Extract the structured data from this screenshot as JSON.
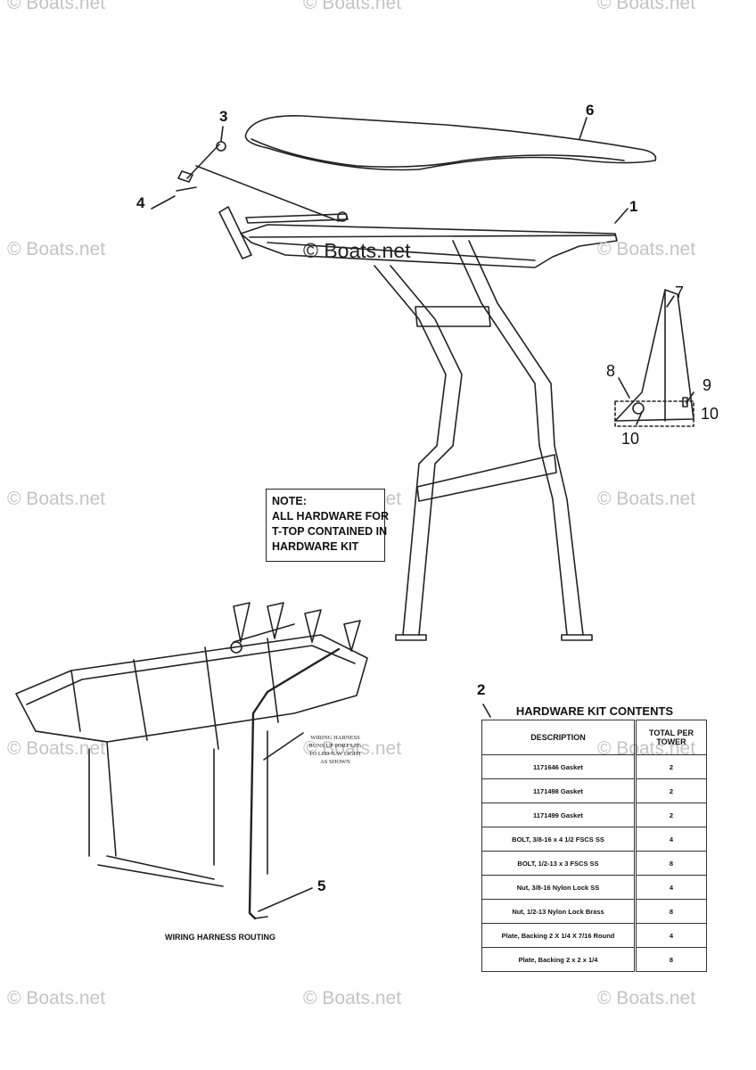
{
  "watermark": "© Boats.net",
  "callouts": {
    "c1": "1",
    "c2": "2",
    "c3": "3",
    "c4": "4",
    "c5": "5",
    "c6": "6",
    "c7": "7",
    "c8": "8",
    "c9": "9",
    "c10a": "10",
    "c10b": "10"
  },
  "note": {
    "lines": [
      "NOTE:",
      "ALL HARDWARE FOR",
      "T-TOP CONTAINED IN",
      "HARDWARE KIT"
    ]
  },
  "wiring": {
    "note_lines": [
      "WIRING HARNESS",
      "RUNS UP PORT LEG",
      "TO LED NAV LIGHT",
      "AS SHOWN"
    ],
    "title": "WIRING HARNESS ROUTING"
  },
  "hardware_kit": {
    "title": "HARDWARE KIT CONTENTS",
    "headers": {
      "description": "DESCRIPTION",
      "total": "TOTAL PER TOWER"
    },
    "rows": [
      {
        "description": "1171646 Gasket",
        "total": "2"
      },
      {
        "description": "1171498 Gasket",
        "total": "2"
      },
      {
        "description": "1171499 Gasket",
        "total": "2"
      },
      {
        "description": "BOLT, 3/8-16 x 4 1/2 FSCS SS",
        "total": "4"
      },
      {
        "description": "BOLT, 1/2-13 x 3 FSCS SS",
        "total": "8"
      },
      {
        "description": "Nut, 3/8-16 Nylon Lock SS",
        "total": "4"
      },
      {
        "description": "Nut, 1/2-13 Nylon Lock Brass",
        "total": "8"
      },
      {
        "description": "Plate, Backing 2 X 1/4 X 7/16 Round",
        "total": "4"
      },
      {
        "description": "Plate, Backing 2 x 2 x 1/4",
        "total": "8"
      }
    ]
  }
}
